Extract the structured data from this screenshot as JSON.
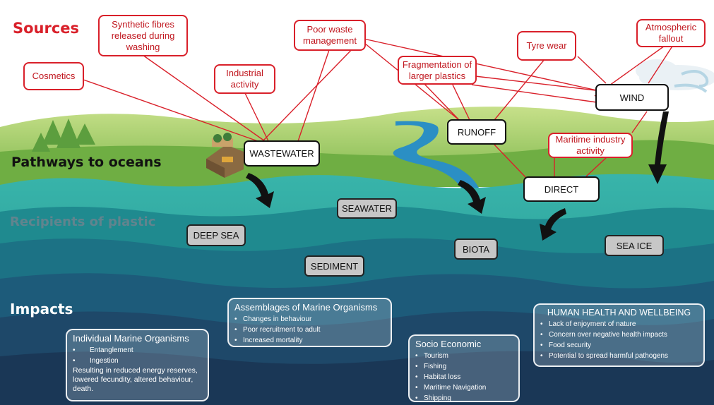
{
  "headings": {
    "sources": "Sources",
    "pathways": "Pathways to oceans",
    "recipients": "Recipients of plastic",
    "impacts": "Impacts"
  },
  "sources": {
    "cosmetics": "Cosmetics",
    "synthetic_fibres": "Synthetic fibres released during washing",
    "industrial": "Industrial activity",
    "poor_waste": "Poor waste management",
    "fragmentation": "Fragmentation of larger plastics",
    "tyre_wear": "Tyre wear",
    "atmospheric": "Atmospheric fallout",
    "maritime": "Maritime industry activity"
  },
  "pathways": {
    "wastewater": "WASTEWATER",
    "runoff": "RUNOFF",
    "wind": "WIND",
    "direct": "DIRECT"
  },
  "recipients": {
    "seawater": "SEAWATER",
    "deep_sea": "DEEP SEA",
    "biota": "BIOTA",
    "sea_ice": "SEA ICE",
    "sediment": "SEDIMENT"
  },
  "impacts": {
    "individual": {
      "title": "Individual Marine Organisms",
      "items": [
        "Entanglement",
        "Ingestion"
      ],
      "note": "Resulting in reduced energy reserves, lowered fecundity, altered behaviour, death."
    },
    "assemblages": {
      "title": "Assemblages of Marine Organisms",
      "items": [
        "Changes in behaviour",
        "Poor recruitment to adult",
        "Increased mortality"
      ]
    },
    "socio": {
      "title": "Socio Economic",
      "items": [
        "Tourism",
        "Fishing",
        "Habitat loss",
        "Maritime Navigation",
        "Shipping"
      ]
    },
    "human": {
      "title": "HUMAN HEALTH AND WELLBEING",
      "items": [
        "Lack of enjoyment of nature",
        "Concern over negative health impacts",
        "Food security",
        "Potential to spread harmful pathogens"
      ]
    }
  },
  "colors": {
    "source_border": "#d9202a",
    "connector": "#d9202a",
    "sky": "#ffffff",
    "hill": "#8fc45a",
    "ocean_top": "#2aa3a6",
    "ocean_deep": "#1d3b63"
  }
}
